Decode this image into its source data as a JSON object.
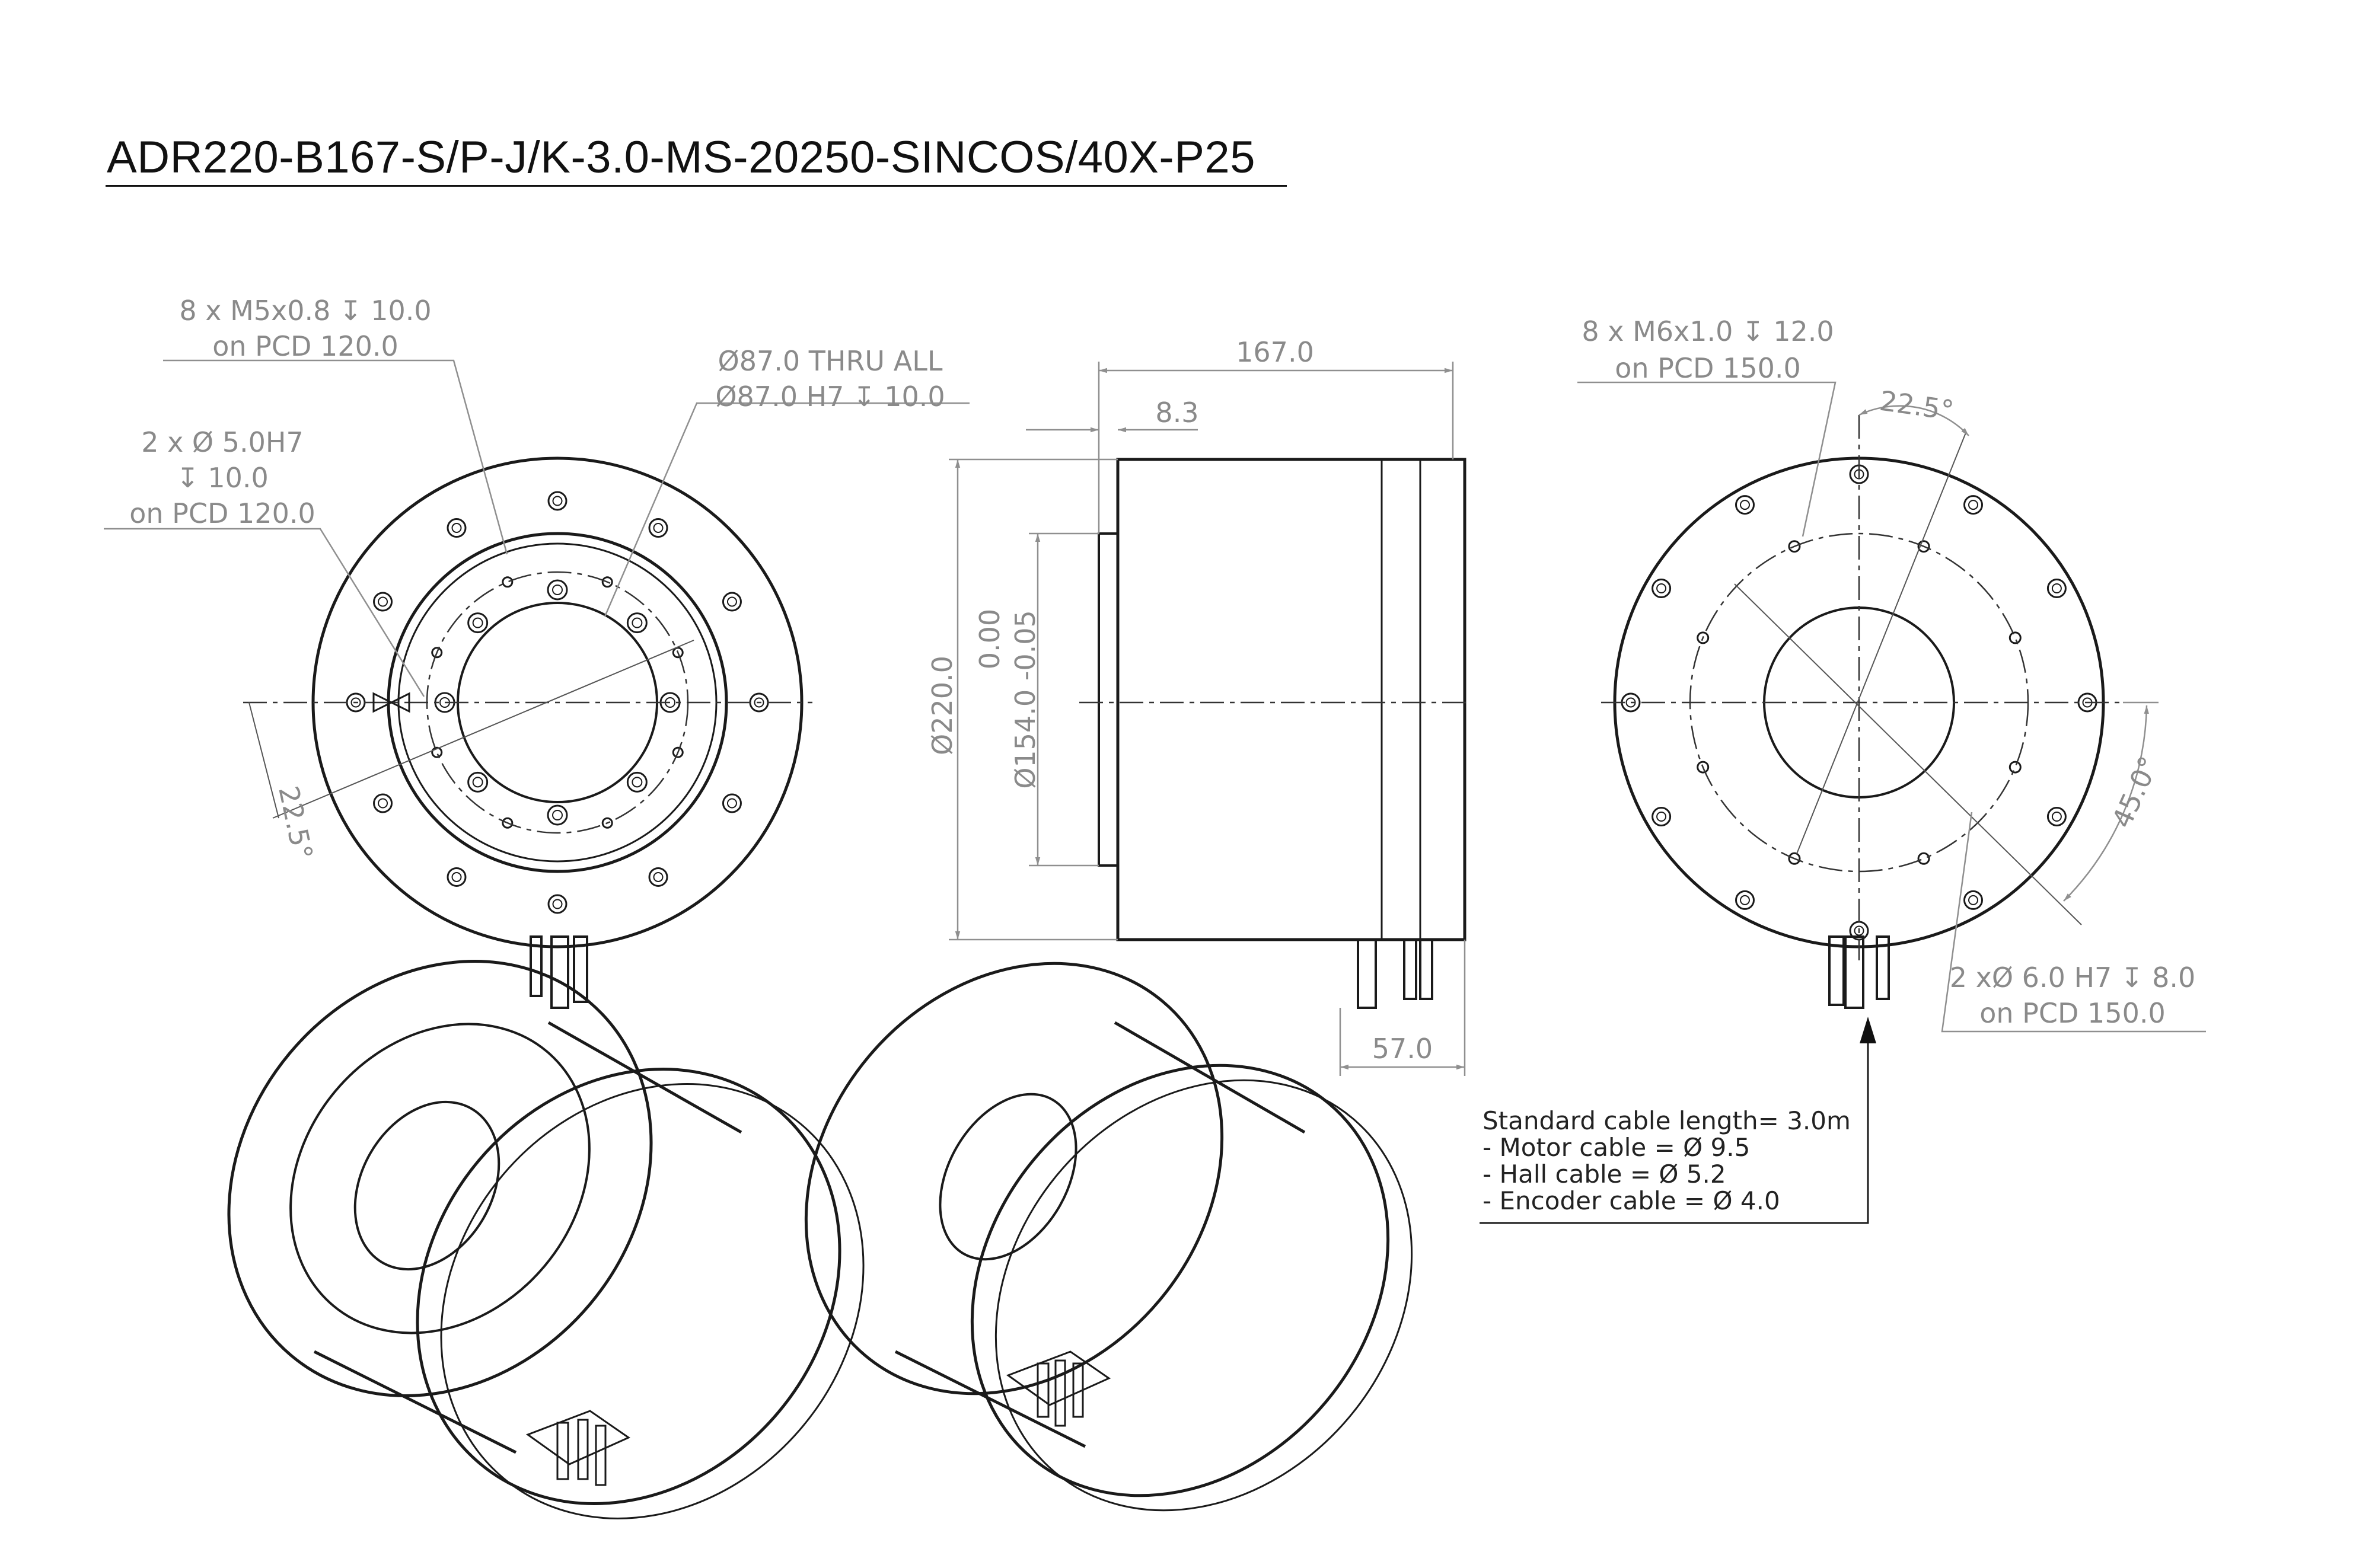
{
  "title": "ADR220-B167-S/P-J/K-3.0-MS-20250-SINCOS/40X-P25",
  "front_view": {
    "callout_m5": [
      "8 x M5x0.8 ↧ 10.0",
      "on PCD 120.0"
    ],
    "callout_bore": [
      "Ø87.0 THRU ALL",
      "Ø87.0 H7 ↧ 10.0"
    ],
    "callout_pin": [
      "2 x Ø 5.0H7",
      "↧ 10.0",
      "on PCD 120.0"
    ],
    "angle": "22.5°"
  },
  "side_view": {
    "length": "167.0",
    "flange": "8.3",
    "outer_dia": "Ø220.0",
    "pilot_dia": "Ø154.0 -0.05",
    "pilot_tol_upper": "0.00",
    "cable_offset": "57.0"
  },
  "rear_view": {
    "callout_m6": [
      "8 x M6x1.0 ↧ 12.0",
      "on PCD 150.0"
    ],
    "angle_top": "22.5°",
    "angle_side": "45.0°",
    "callout_pin": [
      "2 xØ 6.0 H7 ↧ 8.0",
      "on PCD 150.0"
    ]
  },
  "cable_note": [
    "Standard cable length= 3.0m",
    "- Motor cable = Ø 9.5",
    "- Hall cable = Ø 5.2",
    "- Encoder cable = Ø 4.0"
  ]
}
